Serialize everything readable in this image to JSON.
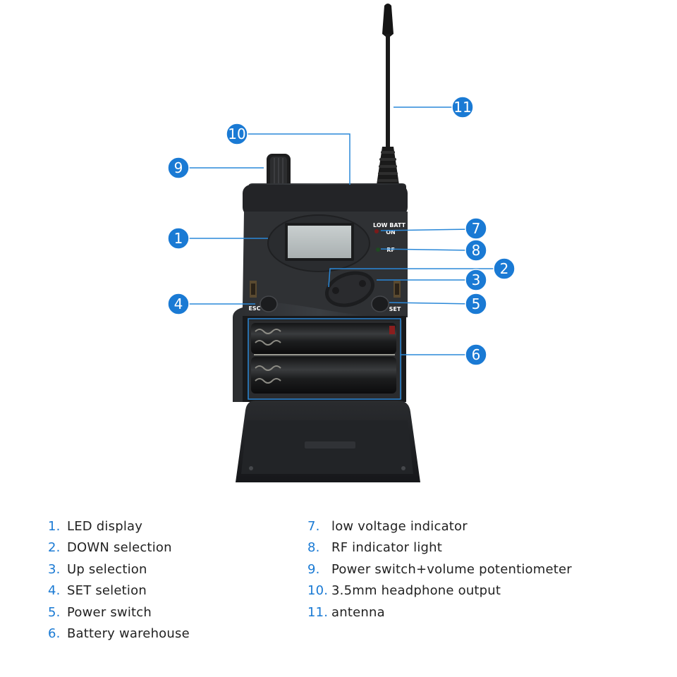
{
  "device_labels": {
    "low_batt": "LOW BATT",
    "on": "ON",
    "rf": "RF",
    "esc": "ESC",
    "set": "SET"
  },
  "callouts": [
    {
      "number": "1"
    },
    {
      "number": "2"
    },
    {
      "number": "3"
    },
    {
      "number": "4"
    },
    {
      "number": "5"
    },
    {
      "number": "6"
    },
    {
      "number": "7"
    },
    {
      "number": "8"
    },
    {
      "number": "9"
    },
    {
      "number": "10"
    },
    {
      "number": "11"
    }
  ],
  "legend": {
    "left": [
      {
        "num": "1.",
        "text": "LED display"
      },
      {
        "num": "2.",
        "text": "DOWN selection"
      },
      {
        "num": "3.",
        "text": "Up selection"
      },
      {
        "num": "4.",
        "text": "SET seletion"
      },
      {
        "num": "5.",
        "text": "Power switch"
      },
      {
        "num": "6.",
        "text": "Battery warehouse"
      }
    ],
    "right": [
      {
        "num": "7.",
        "text": "low voltage indicator"
      },
      {
        "num": "8.",
        "text": "RF indicator light"
      },
      {
        "num": "9.",
        "text": "Power switch+volume potentiometer"
      },
      {
        "num": "10.",
        "text": "3.5mm headphone output"
      },
      {
        "num": "11.",
        "text": "antenna"
      }
    ]
  },
  "colors": {
    "callout_fill": "#1a7ad4",
    "leader_line": "#2a88d8",
    "legend_number": "#1a7ad4"
  }
}
